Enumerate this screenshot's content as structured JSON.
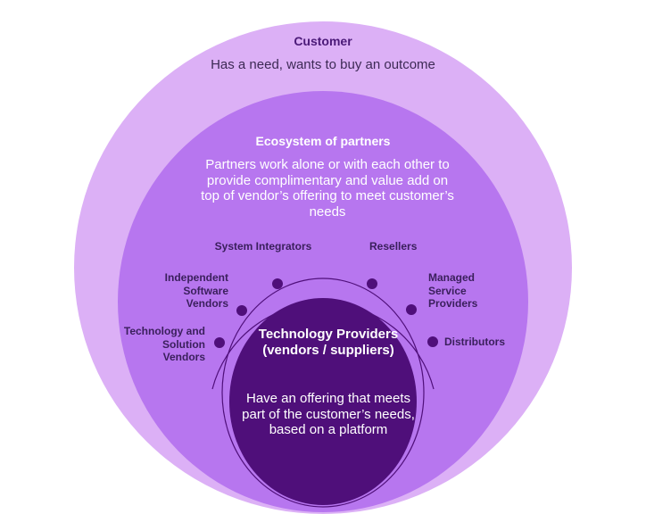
{
  "customer": {
    "title": "Customer",
    "description": "Has a need, wants to buy an outcome"
  },
  "ecosystem": {
    "title": "Ecosystem of partners",
    "description": "Partners work alone or with each other to provide complimentary and value add on top of vendor’s offering to meet customer’s needs"
  },
  "partners": [
    "Technology and Solution Vendors",
    "Independent Software Vendors",
    "System Integrators",
    "Resellers",
    "Managed Service Providers",
    "Distributors"
  ],
  "providers": {
    "title": "Technology Providers (vendors / suppliers)",
    "description": "Have an offering that meets part of the customer’s needs, based on a platform"
  },
  "colors": {
    "outer": "#dcb0f6",
    "middle": "#b776ef",
    "inner": "#4f0f7a",
    "dot": "#4f0f7a",
    "text_dark": "#3a1f5c"
  }
}
